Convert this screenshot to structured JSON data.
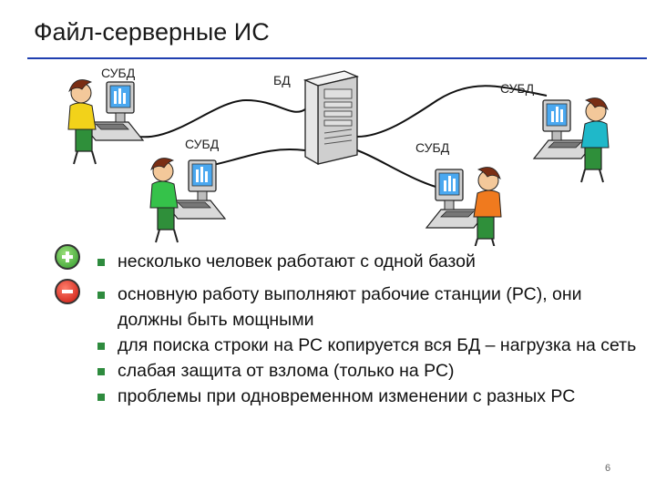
{
  "slide": {
    "title": "Файл-серверные ИС",
    "page_number": "6"
  },
  "diagram": {
    "labels": {
      "dbms_top_left": "СУБД",
      "db_center": "БД",
      "dbms_top_right": "СУБД",
      "dbms_mid_left": "СУБД",
      "dbms_mid_right": "СУБД"
    },
    "colors": {
      "shirt_yellow": "#f2d21a",
      "shirt_green": "#35c24a",
      "shirt_orange": "#f07a1e",
      "shirt_cyan": "#1fb8c9",
      "hair": "#7a2e14",
      "server": "#e8e8e8",
      "rule": "#1f3fb0"
    }
  },
  "bullets": {
    "pros": [
      "несколько человек работают с одной базой"
    ],
    "cons": [
      "основную работу выполняют рабочие станции (РС), они должны быть мощными",
      "для поиска строки на РС копируется вся БД – нагрузка на сеть",
      "слабая защита от взлома (только на РС)",
      "проблемы при одновременном изменении с разных РС"
    ]
  },
  "icons": {
    "plus": "plus-circle-icon",
    "minus": "minus-circle-icon",
    "bullet": "square-bullet-icon"
  }
}
